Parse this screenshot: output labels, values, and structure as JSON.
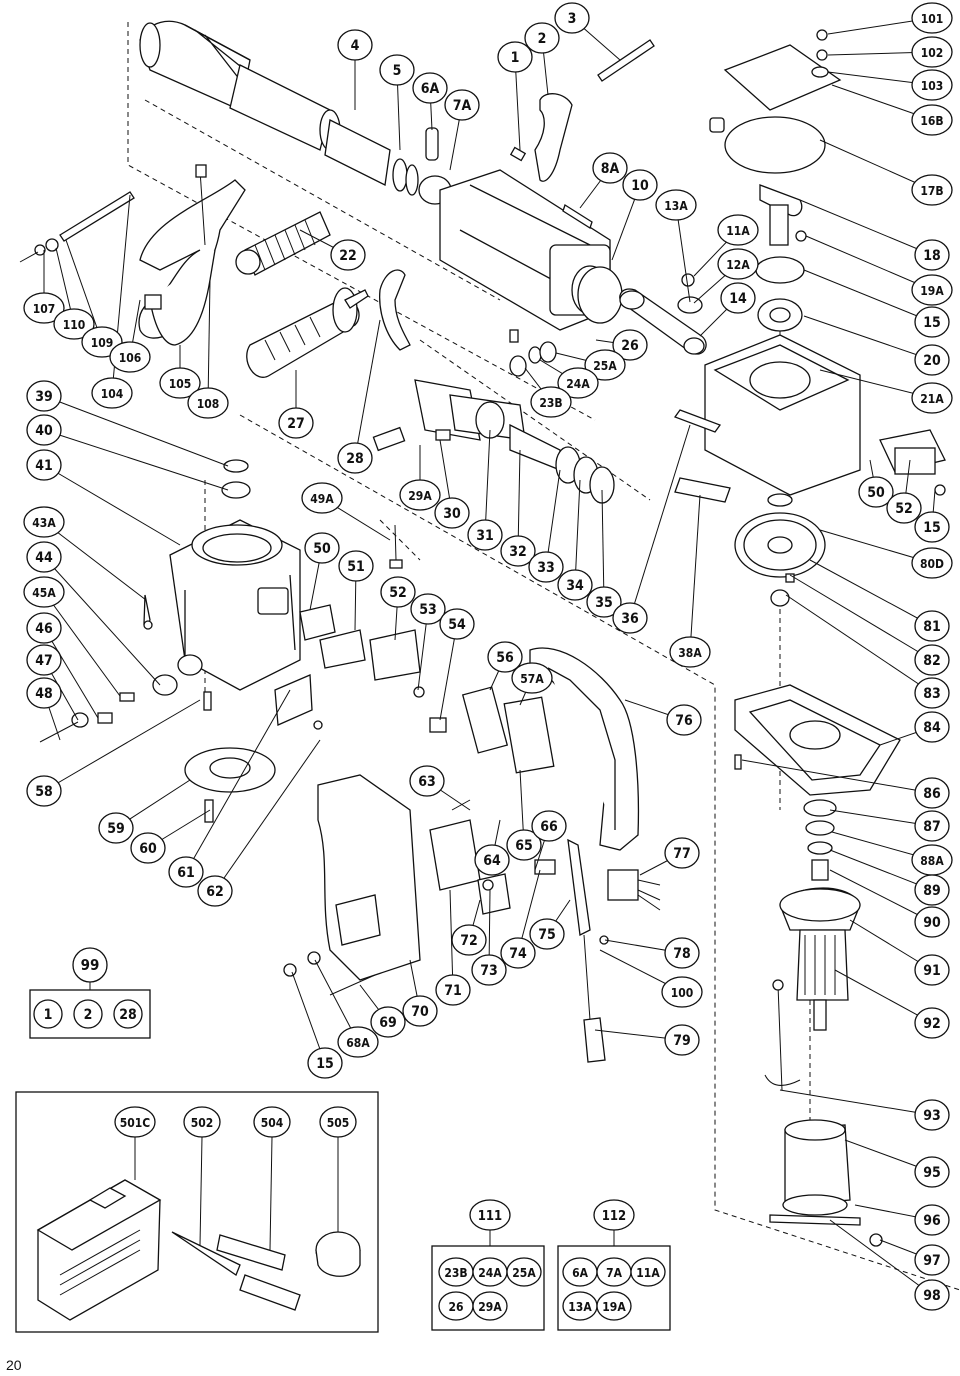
{
  "page": {
    "number": "20"
  },
  "callouts": [
    "101",
    "102",
    "103",
    "16B",
    "17B",
    "18",
    "19A",
    "15",
    "20",
    "21A",
    "1",
    "2",
    "3",
    "4",
    "5",
    "6A",
    "7A",
    "8A",
    "10",
    "13A",
    "11A",
    "12A",
    "14",
    "22",
    "26",
    "25A",
    "24A",
    "23B",
    "107",
    "110",
    "109",
    "106",
    "104",
    "105",
    "108",
    "27",
    "28",
    "39",
    "40",
    "41",
    "43A",
    "44",
    "45A",
    "46",
    "47",
    "48",
    "29A",
    "30",
    "31",
    "32",
    "33",
    "34",
    "35",
    "36",
    "49A",
    "50",
    "51",
    "52",
    "53",
    "54",
    "38A",
    "50",
    "52",
    "15",
    "80D",
    "81",
    "82",
    "83",
    "84",
    "86",
    "87",
    "88A",
    "89",
    "90",
    "91",
    "92",
    "93",
    "95",
    "96",
    "97",
    "98",
    "56",
    "57A",
    "76",
    "63",
    "64",
    "65",
    "66",
    "77",
    "72",
    "73",
    "74",
    "75",
    "78",
    "100",
    "79",
    "58",
    "59",
    "60",
    "61",
    "62",
    "15",
    "68A",
    "69",
    "70",
    "71"
  ],
  "kit_99": {
    "label": "99",
    "parts": [
      "1",
      "2",
      "28"
    ]
  },
  "kit_111": {
    "label": "111",
    "parts": [
      "23B",
      "24A",
      "25A",
      "26",
      "29A"
    ]
  },
  "kit_112": {
    "label": "112",
    "parts": [
      "6A",
      "7A",
      "11A",
      "13A",
      "19A"
    ]
  },
  "accessories": [
    "501C",
    "502",
    "504",
    "505"
  ]
}
